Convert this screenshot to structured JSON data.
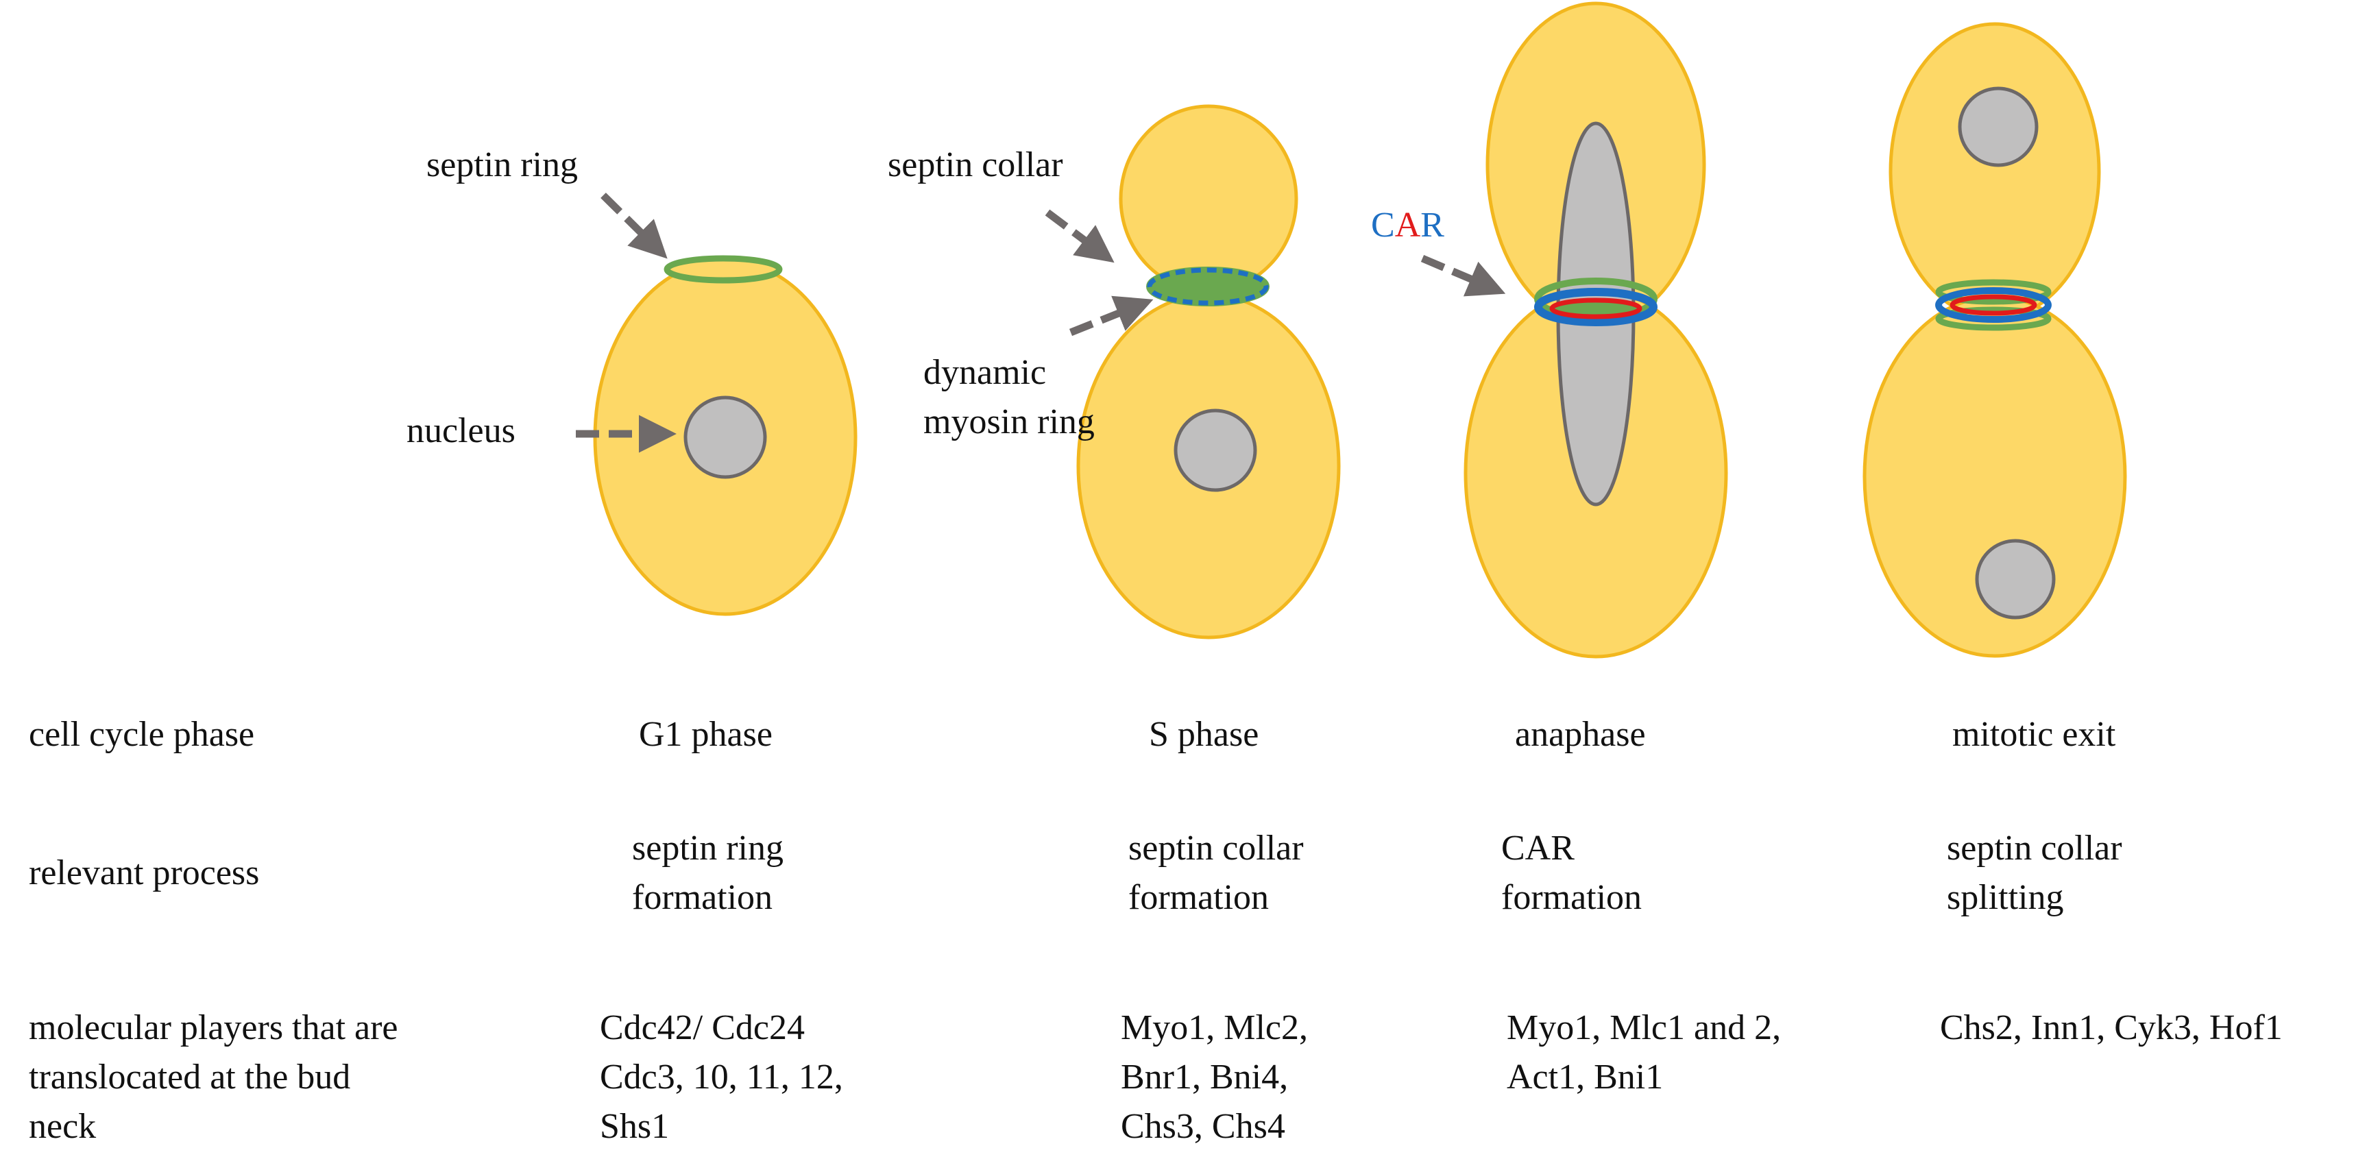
{
  "colors": {
    "cell_fill": "#fdd867",
    "cell_stroke": "#f2b71e",
    "nucleus_fill": "#c0bfbf",
    "nucleus_stroke": "#6c6868",
    "septin": "#6aa84f",
    "myosin": "#1e6fc3",
    "actin_red": "#e11b1b",
    "arrow": "#6f6a6a"
  },
  "annotations": {
    "septin_ring": "septin ring",
    "nucleus": "nucleus",
    "septin_collar": "septin collar",
    "dynamic_myosin_ring": "dynamic\nmyosin ring",
    "car_c": "C",
    "car_a": "A",
    "car_r": "R"
  },
  "rows": {
    "cell_cycle_phase": "cell cycle phase",
    "relevant_process": "relevant process",
    "molecular_players": "molecular players that are\ntranslocated at the bud\nneck"
  },
  "columns": [
    {
      "phase": "G1 phase",
      "process": "septin ring\nformation",
      "players": "Cdc42/ Cdc24\nCdc3, 10, 11, 12,\nShs1"
    },
    {
      "phase": "S phase",
      "process": "septin collar\nformation",
      "players": "Myo1, Mlc2,\nBnr1, Bni4,\nChs3, Chs4"
    },
    {
      "phase": "anaphase",
      "process": "CAR\nformation",
      "players": "Myo1, Mlc1 and 2,\nAct1, Bni1"
    },
    {
      "phase": "mitotic exit",
      "process": "septin collar\nsplitting",
      "players": "Chs2, Inn1, Cyk3, Hof1"
    }
  ]
}
